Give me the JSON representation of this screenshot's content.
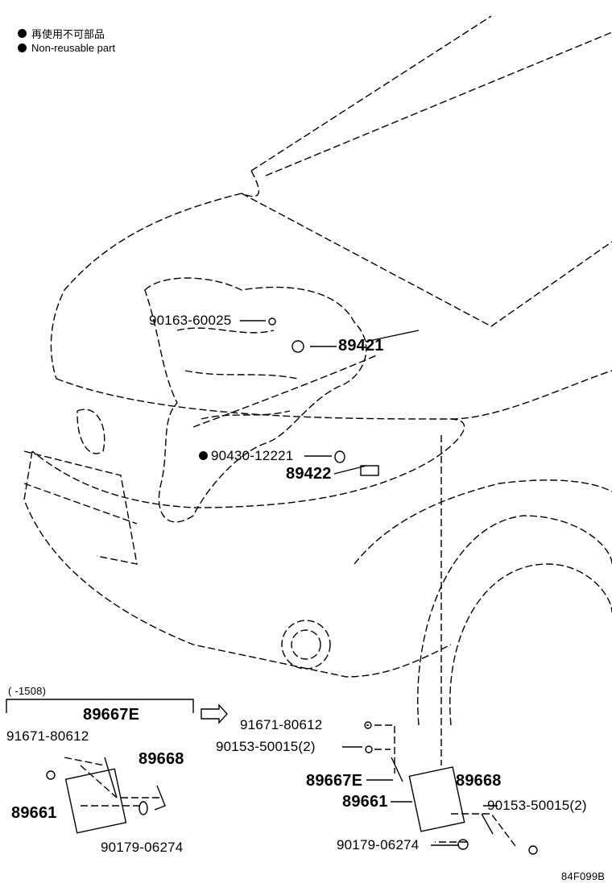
{
  "legend": [
    {
      "text": "再使用不可部品"
    },
    {
      "text": "Non-reusable part"
    }
  ],
  "labels": {
    "p90163": "90163-60025",
    "p89421": "89421",
    "p90430": "90430-12221",
    "p89422": "89422",
    "range": "(      -1508)",
    "l89667e": "89667E",
    "l91671": "91671-80612",
    "l89668": "89668",
    "l89661": "89661",
    "l90179": "90179-06274",
    "r91671": "91671-80612",
    "r90153a": "90153-50015(2)",
    "r89667e": "89667E",
    "r89668": "89668",
    "r89661": "89661",
    "r90153b": "90153-50015(2)",
    "r90179": "90179-06274",
    "code": "84F099B"
  }
}
